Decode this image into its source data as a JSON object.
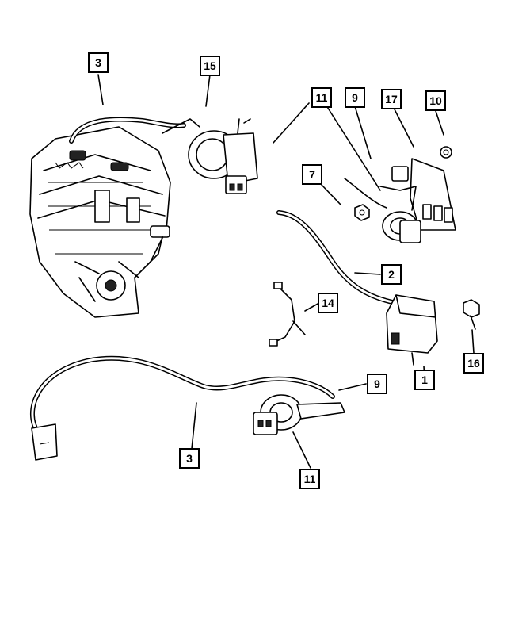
{
  "callouts": {
    "c3_top": "3",
    "c15": "15",
    "c11_top": "11",
    "c9_top": "9",
    "c17": "17",
    "c10": "10",
    "c7": "7",
    "c2": "2",
    "c14": "14",
    "c16": "16",
    "c1": "1",
    "c9_bottom": "9",
    "c3_bottom": "3",
    "c11_bottom": "11"
  }
}
